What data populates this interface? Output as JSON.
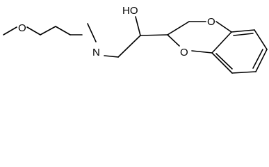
{
  "molecule": {
    "atom_labels": {
      "methoxy_oxygen": "O",
      "nitrogen": "N",
      "hydroxyl": "HO",
      "ring_oxygen_upper": "O",
      "ring_oxygen_lower": "O"
    }
  },
  "colors": {
    "bond": "#000000",
    "background": "#ffffff"
  }
}
